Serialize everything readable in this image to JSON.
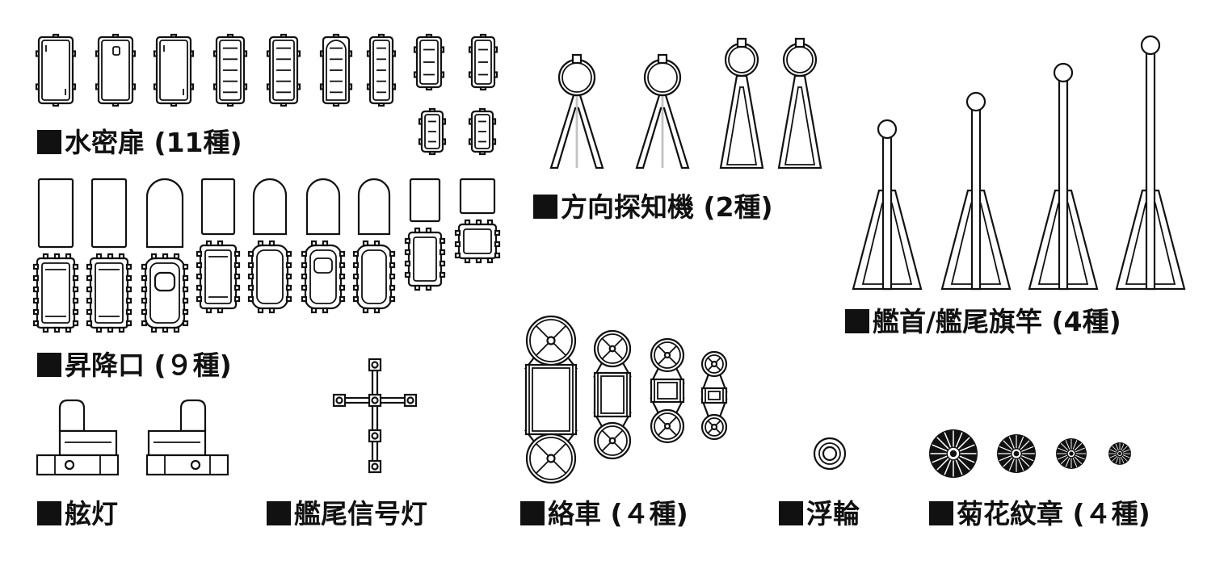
{
  "captions": {
    "watertight_doors": "水密扉 (11種)",
    "direction_finders": "方向探知機 (2種)",
    "flagstaffs": "艦首/艦尾旗竿 (4種)",
    "hatches": "昇降口 (９種)",
    "side_lights": "舷灯",
    "stern_signal_light": "艦尾信号灯",
    "reels": "絡車 (４種)",
    "lifebuoy": "浮輪",
    "chrysanthemum_crests": "菊花紋章 (４種)"
  },
  "colors": {
    "line": "#111111",
    "background": "#ffffff"
  }
}
